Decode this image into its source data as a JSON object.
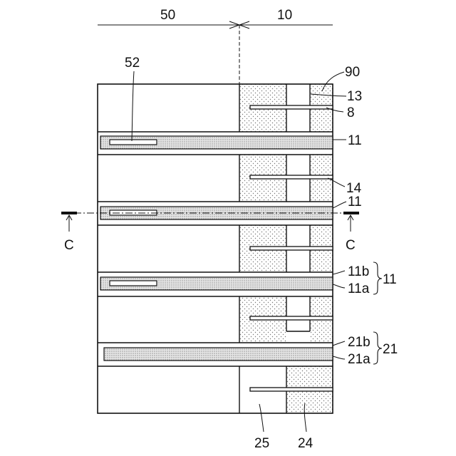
{
  "diagram": {
    "labels": {
      "region_50": "50",
      "region_10": "10",
      "ref_52": "52",
      "ref_90": "90",
      "ref_13": "13",
      "ref_8": "8",
      "ref_11_top": "11",
      "ref_14": "14",
      "ref_11_mid": "11",
      "section_c_left": "C",
      "section_c_right": "C",
      "ref_11b": "11b",
      "ref_11a": "11a",
      "ref_11_group": "11",
      "ref_21b": "21b",
      "ref_21a": "21a",
      "ref_21_group": "21",
      "ref_25": "25",
      "ref_24": "24"
    }
  }
}
